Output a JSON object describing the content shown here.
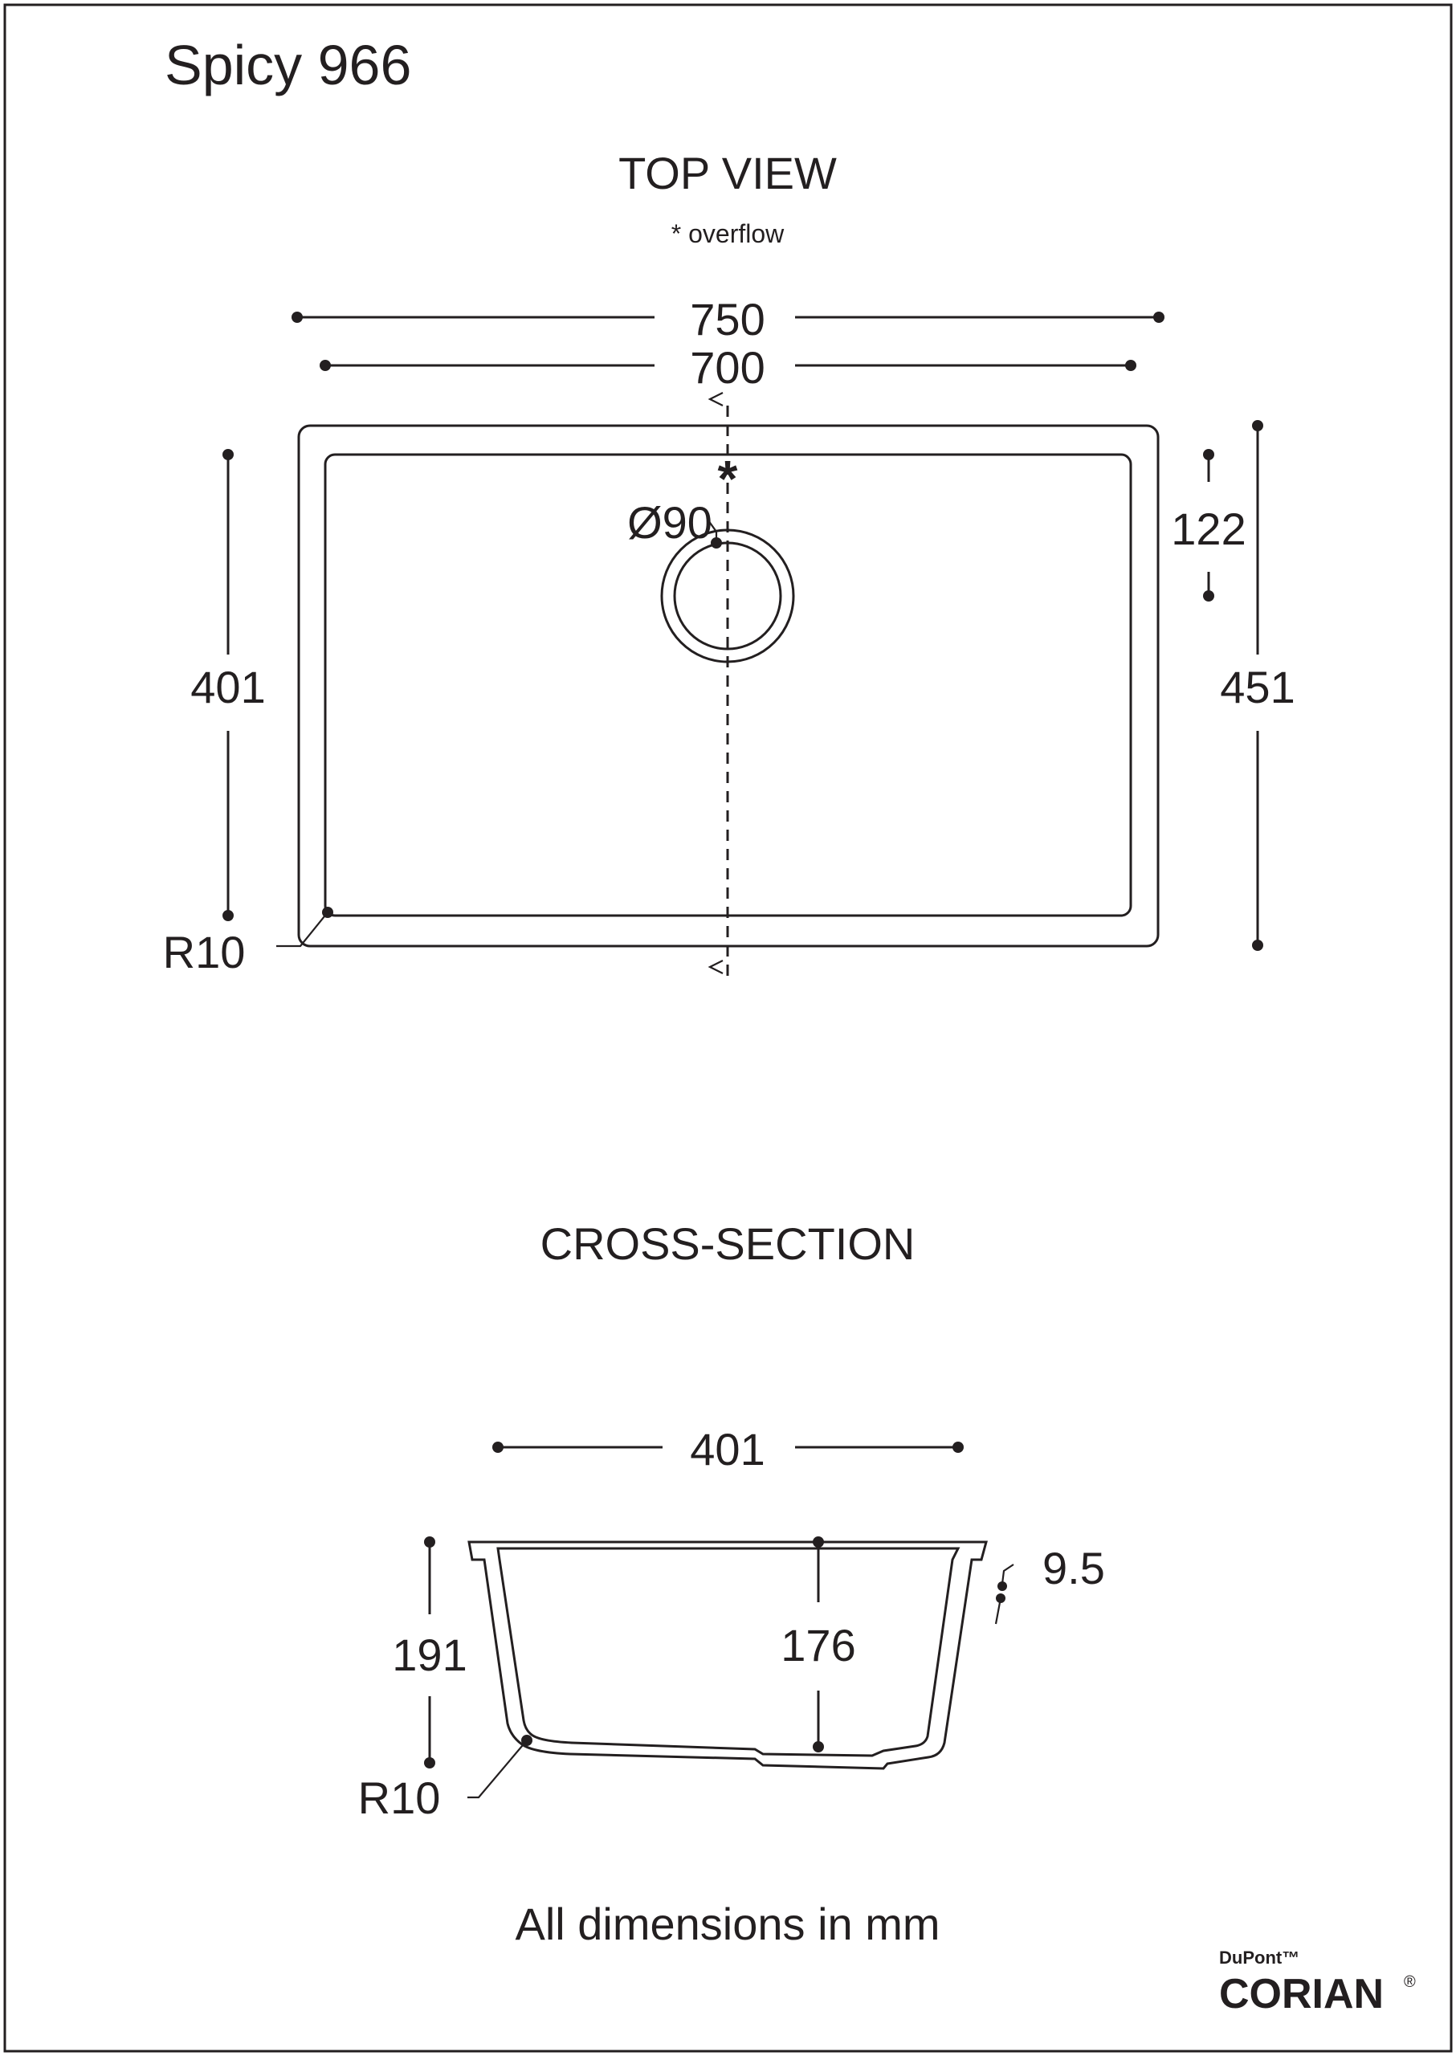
{
  "title": "Spicy 966",
  "top_view": {
    "heading": "TOP VIEW",
    "note": "* overflow",
    "overflow_marker": "*",
    "dim_outer_width": "750",
    "dim_inner_width": "700",
    "dim_inner_depth": "401",
    "dim_outer_depth": "451",
    "dim_drain_offset": "122",
    "drain_diameter": "Ø90",
    "corner_radius": "R10"
  },
  "cross_section": {
    "heading": "CROSS-SECTION",
    "dim_width": "401",
    "dim_outer_height": "191",
    "dim_inner_height": "176",
    "dim_thickness": "9.5",
    "corner_radius": "R10"
  },
  "footer_note": "All dimensions in mm",
  "brand": {
    "maker": "DuPont™",
    "name": "CORIAN",
    "reg_mark": "®"
  },
  "colors": {
    "ink": "#231f20",
    "paper": "#ffffff"
  }
}
